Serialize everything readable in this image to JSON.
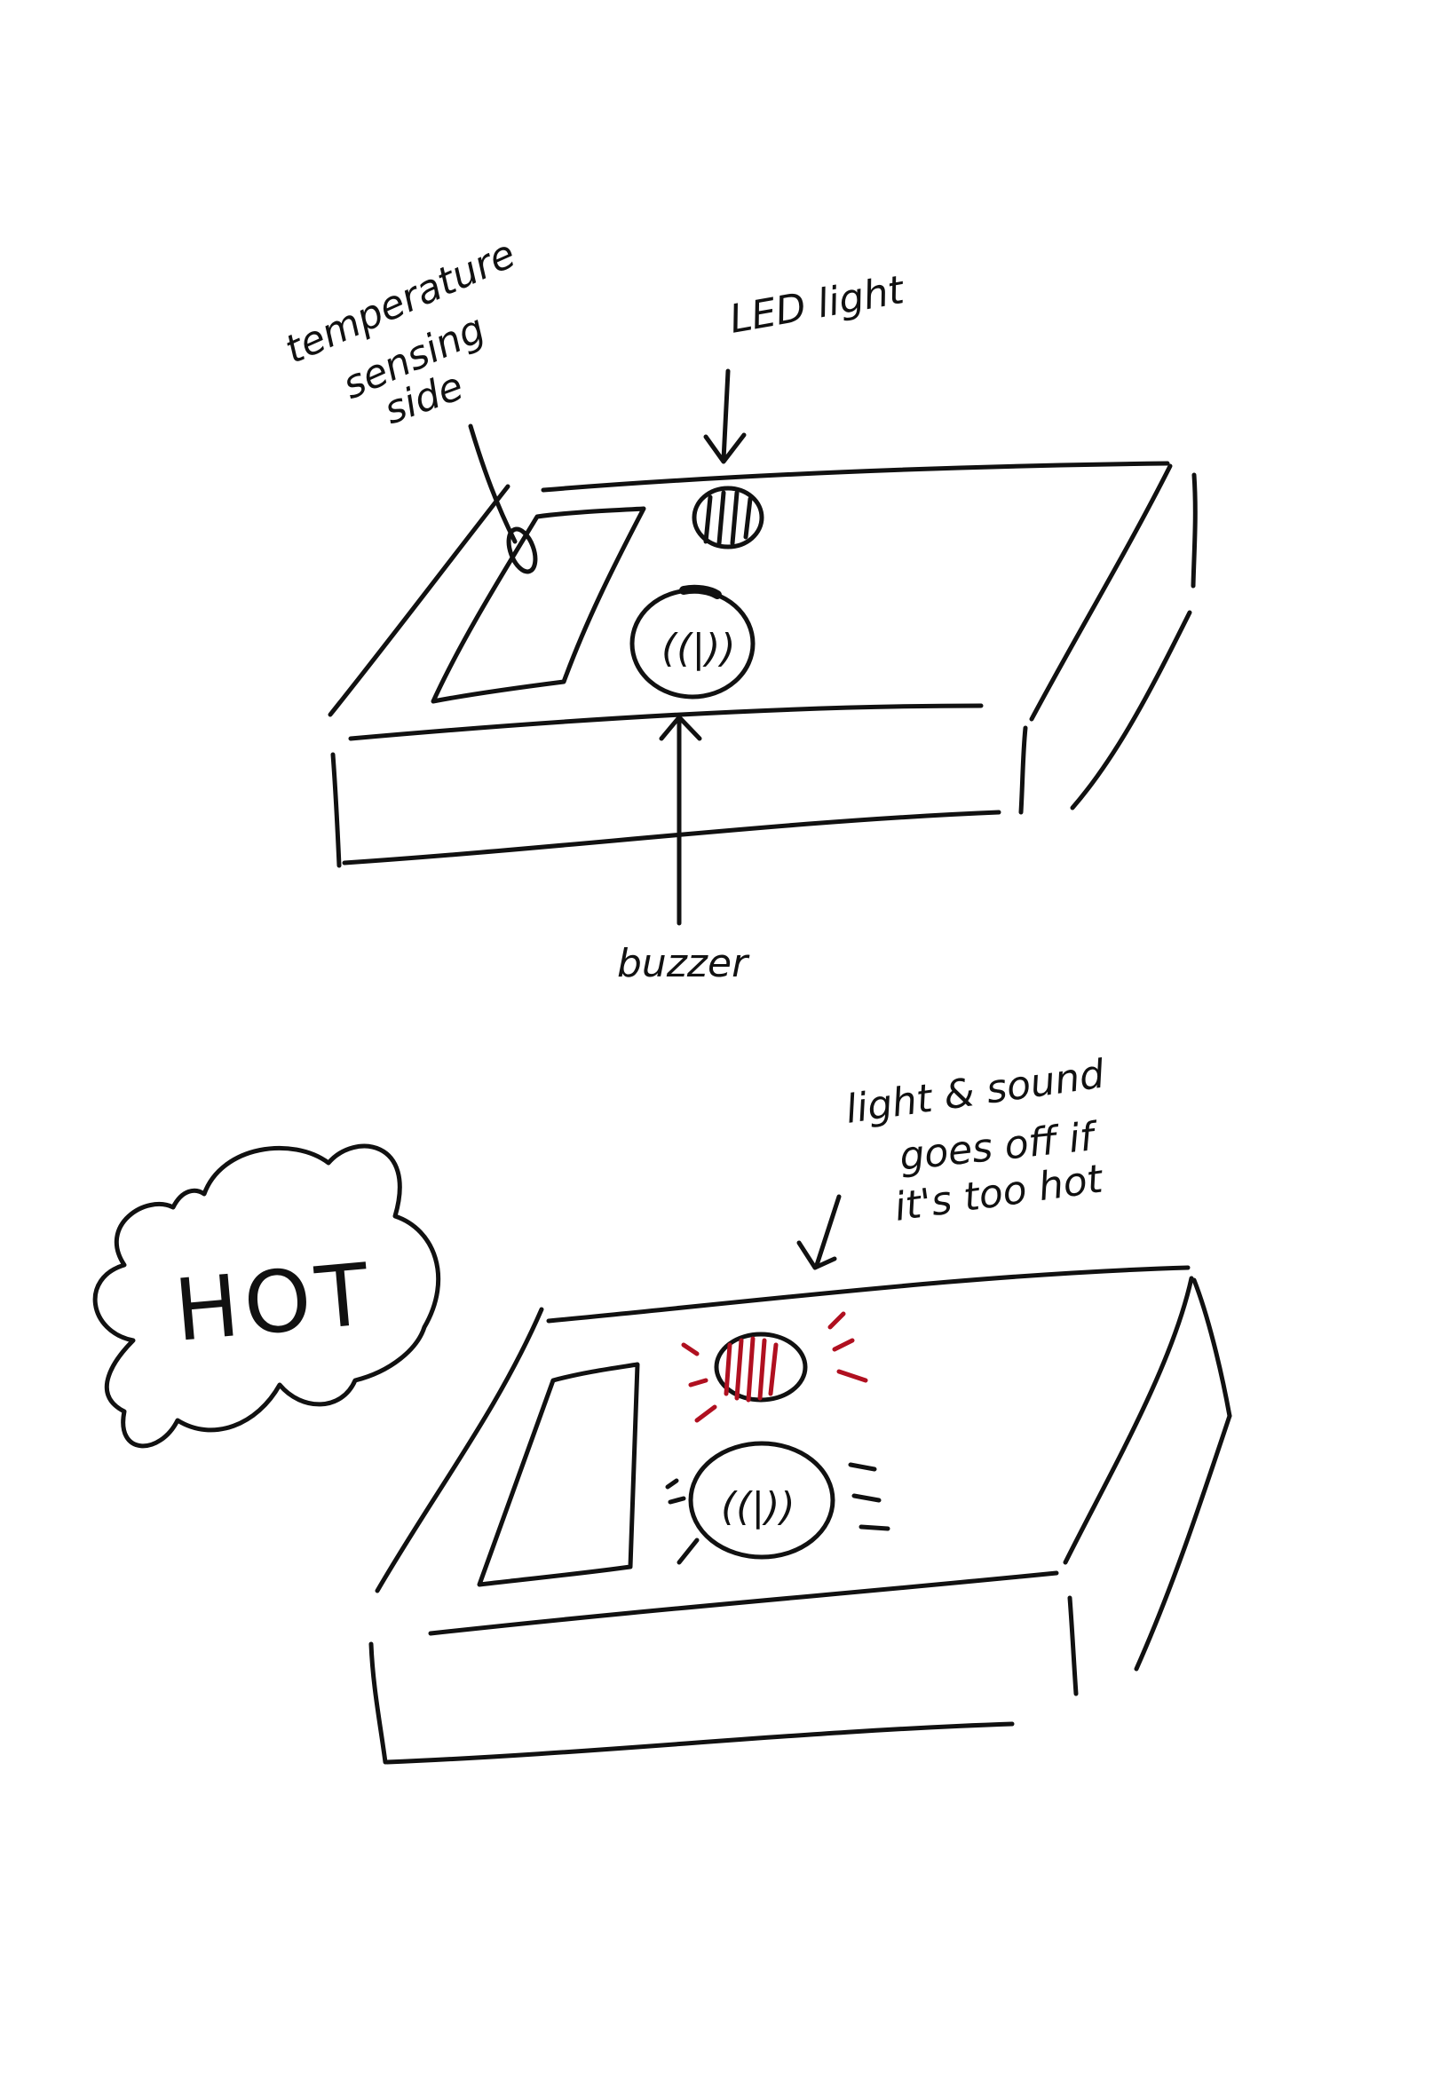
{
  "labels": {
    "temperature_1": "temperature",
    "temperature_2": "sensing",
    "temperature_3": "side",
    "led": "LED light",
    "buzzer": "buzzer",
    "buzzer_glyph": "((|))",
    "alert_1": "light & sound",
    "alert_2": "goes off if",
    "alert_3": "it's too hot",
    "hot": "HOT"
  },
  "colors": {
    "ink": "#111111",
    "alert_red": "#b01020",
    "paper": "#ffffff"
  }
}
